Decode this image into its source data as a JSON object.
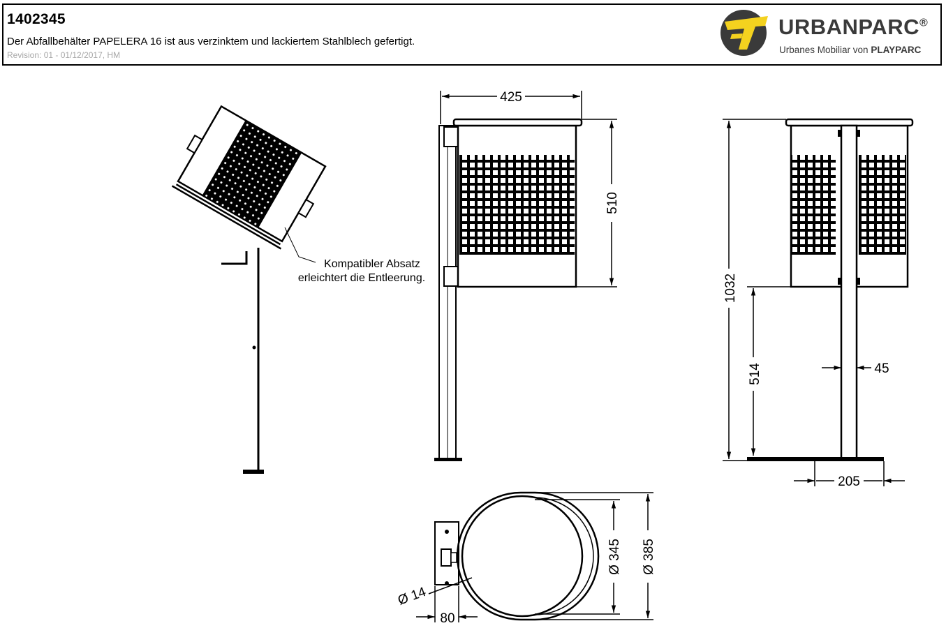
{
  "header": {
    "drawing_number": "1402345",
    "description": "Der Abfallbehälter PAPELERA 16 ist aus verzinktem und lackiertem Stahlblech gefertigt.",
    "revision": "Revision: 01 - 01/12/2017, HM"
  },
  "logo": {
    "brand": "URBANPARC",
    "registered_mark": "®",
    "subtitle_prefix": "Urbanes Mobiliar von",
    "subtitle_brand": "PLAYPARC",
    "colors": {
      "yellow": "#f4d21f",
      "dark": "#3a3a3a"
    }
  },
  "annotations": {
    "tilt_note_line1": "Kompatibler Absatz",
    "tilt_note_line2": "erleichtert die Entleerung."
  },
  "dimensions": {
    "front_width": "425",
    "front_bin_height": "510",
    "side_total_height": "1032",
    "side_bin_bottom_height": "514",
    "post_width": "45",
    "base_width": "205",
    "plan_inner_diameter": "Ø 345",
    "plan_outer_diameter": "Ø 385",
    "plan_hole_diameter": "Ø 14",
    "plan_bracket_offset": "80"
  }
}
